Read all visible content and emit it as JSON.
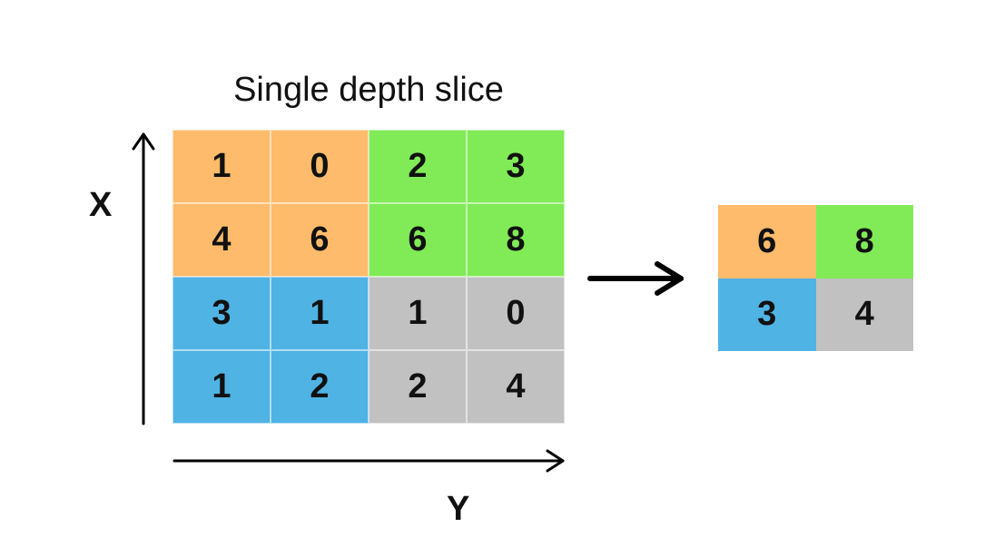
{
  "title": "Single depth slice",
  "axes": {
    "vertical_label": "X",
    "horizontal_label": "Y"
  },
  "colors": {
    "orange": "#FDBB6B",
    "green": "#80EB56",
    "blue": "#4FB3E4",
    "gray": "#C1C1C1"
  },
  "input_grid": {
    "rows": [
      [
        {
          "value": "1",
          "color": "orange"
        },
        {
          "value": "0",
          "color": "orange"
        },
        {
          "value": "2",
          "color": "green"
        },
        {
          "value": "3",
          "color": "green"
        }
      ],
      [
        {
          "value": "4",
          "color": "orange"
        },
        {
          "value": "6",
          "color": "orange"
        },
        {
          "value": "6",
          "color": "green"
        },
        {
          "value": "8",
          "color": "green"
        }
      ],
      [
        {
          "value": "3",
          "color": "blue"
        },
        {
          "value": "1",
          "color": "blue"
        },
        {
          "value": "1",
          "color": "gray"
        },
        {
          "value": "0",
          "color": "gray"
        }
      ],
      [
        {
          "value": "1",
          "color": "blue"
        },
        {
          "value": "2",
          "color": "blue"
        },
        {
          "value": "2",
          "color": "gray"
        },
        {
          "value": "4",
          "color": "gray"
        }
      ]
    ]
  },
  "output_grid": {
    "rows": [
      [
        {
          "value": "6",
          "color": "orange"
        },
        {
          "value": "8",
          "color": "green"
        }
      ],
      [
        {
          "value": "3",
          "color": "blue"
        },
        {
          "value": "4",
          "color": "gray"
        }
      ]
    ]
  }
}
